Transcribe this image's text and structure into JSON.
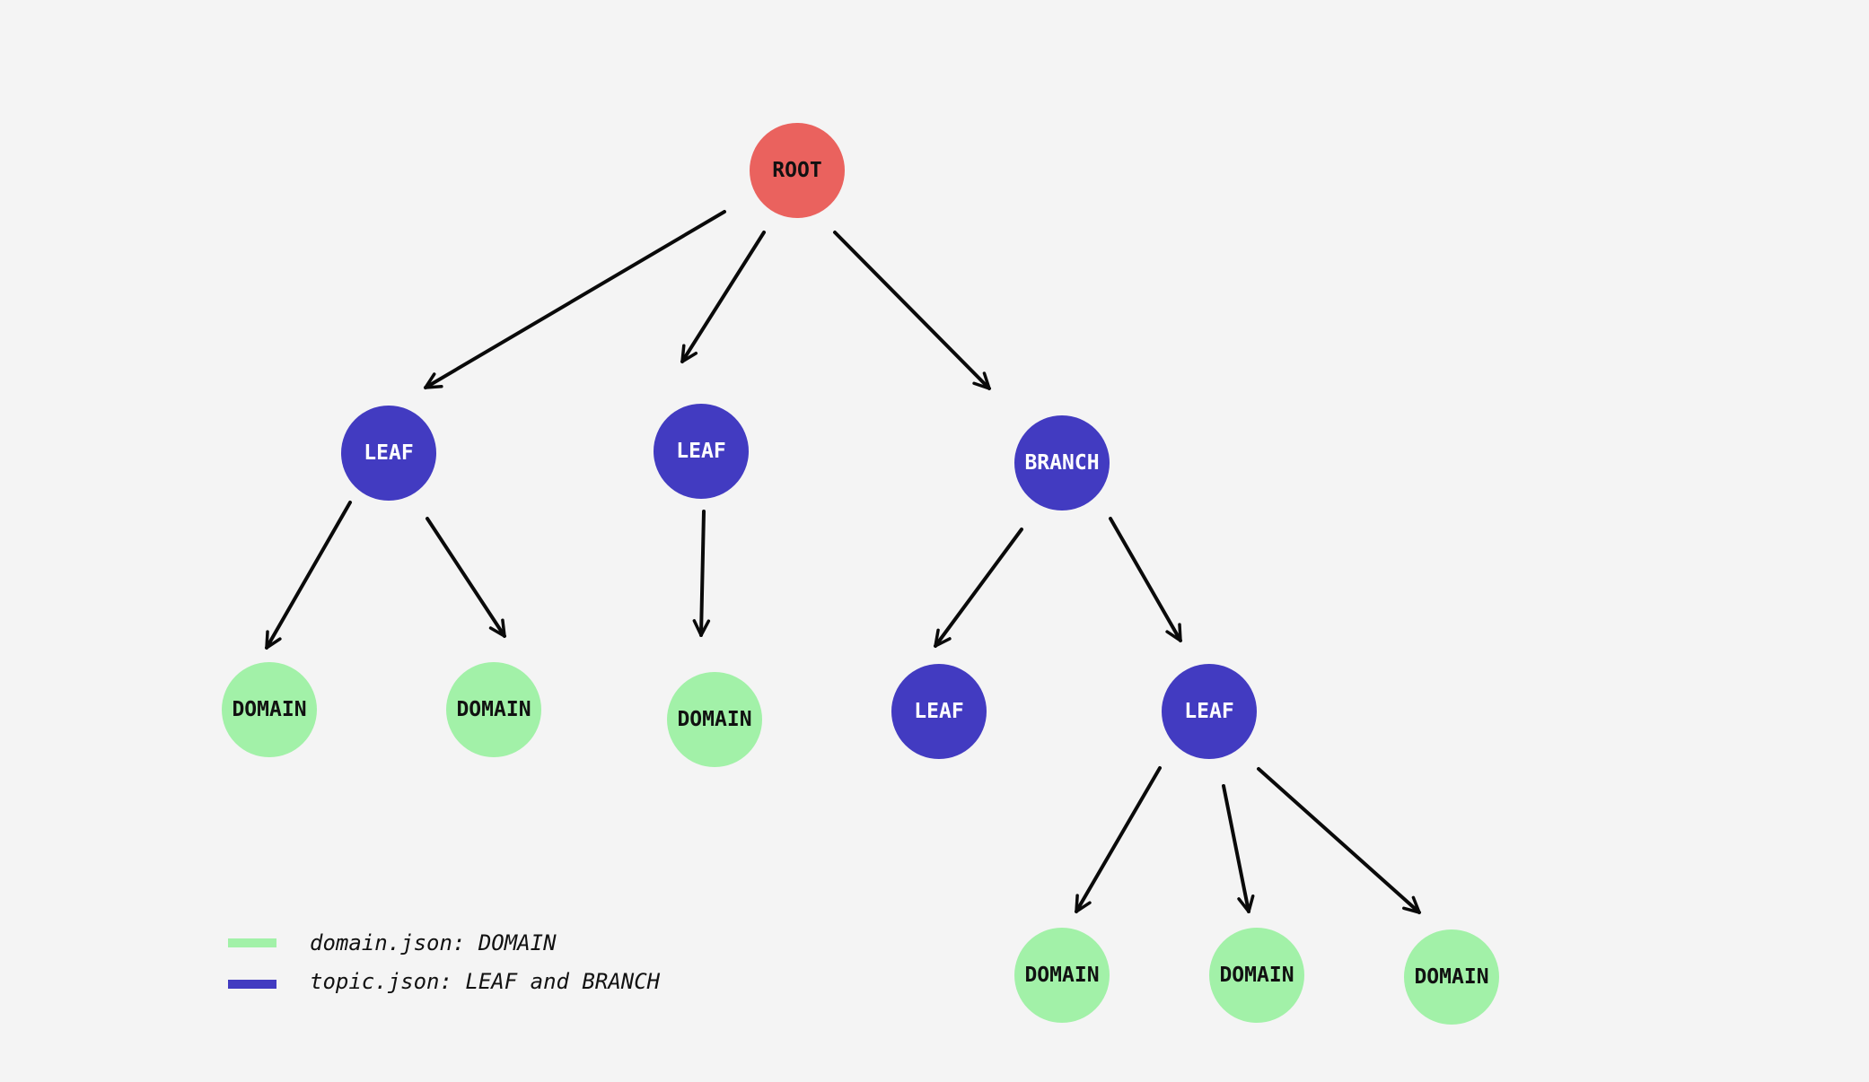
{
  "colors": {
    "background": "#f4f4f4",
    "root": "#ea625e",
    "topic": "#423bc1",
    "domain": "#a2f1a8",
    "arrow": "#0a0a0a",
    "dark_text": "#111111",
    "light_text": "#ffffff"
  },
  "nodes": [
    {
      "id": "root",
      "label": "ROOT",
      "kind": "root"
    },
    {
      "id": "leaf-1",
      "label": "LEAF",
      "kind": "topic"
    },
    {
      "id": "leaf-2",
      "label": "LEAF",
      "kind": "topic"
    },
    {
      "id": "branch-1",
      "label": "BRANCH",
      "kind": "topic"
    },
    {
      "id": "domain-1",
      "label": "DOMAIN",
      "kind": "domain"
    },
    {
      "id": "domain-2",
      "label": "DOMAIN",
      "kind": "domain"
    },
    {
      "id": "domain-3",
      "label": "DOMAIN",
      "kind": "domain"
    },
    {
      "id": "leaf-3",
      "label": "LEAF",
      "kind": "topic"
    },
    {
      "id": "leaf-4",
      "label": "LEAF",
      "kind": "topic"
    },
    {
      "id": "domain-4",
      "label": "DOMAIN",
      "kind": "domain"
    },
    {
      "id": "domain-5",
      "label": "DOMAIN",
      "kind": "domain"
    },
    {
      "id": "domain-6",
      "label": "DOMAIN",
      "kind": "domain"
    }
  ],
  "edges": [
    {
      "from": "root",
      "to": "leaf-1"
    },
    {
      "from": "root",
      "to": "leaf-2"
    },
    {
      "from": "root",
      "to": "branch-1"
    },
    {
      "from": "leaf-1",
      "to": "domain-1"
    },
    {
      "from": "leaf-1",
      "to": "domain-2"
    },
    {
      "from": "leaf-2",
      "to": "domain-3"
    },
    {
      "from": "branch-1",
      "to": "leaf-3"
    },
    {
      "from": "branch-1",
      "to": "leaf-4"
    },
    {
      "from": "leaf-4",
      "to": "domain-4"
    },
    {
      "from": "leaf-4",
      "to": "domain-5"
    },
    {
      "from": "leaf-4",
      "to": "domain-6"
    }
  ],
  "legend": {
    "domain_text": "domain.json: DOMAIN",
    "topic_text": "topic.json: LEAF and BRANCH"
  }
}
